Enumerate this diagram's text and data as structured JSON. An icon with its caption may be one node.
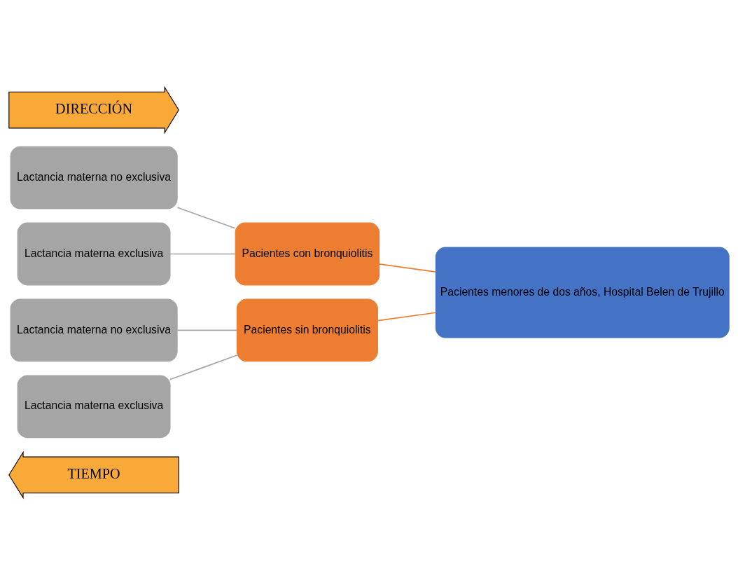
{
  "diagram": {
    "nodes": [
      {
        "text": [
          "TIEMPO"
        ]
      },
      {
        "text": [
          "Lactancia materna no exclusiva"
        ]
      },
      {
        "text": [
          "Lactancia materna exclusiva"
        ]
      },
      {
        "text": [
          "Pacientes con bronquiolitis"
        ]
      },
      {
        "text": [
          "Pacientes menores de dos años, Hospital Belen de Trujillo"
        ]
      },
      {
        "text": [
          "Lactancia materna no exclusiva"
        ]
      },
      {
        "text": [
          "Lactancia materna exclusiva"
        ]
      },
      {
        "text": [
          "Pacientes sin bronquiolitis"
        ]
      },
      {
        "text": [
          "DIRECCIÓN"
        ]
      }
    ],
    "edges": [
      {
        "from": 1,
        "to": 3,
        "arrow": "none"
      },
      {
        "from": 2,
        "to": 3,
        "arrow": "none"
      },
      {
        "from": 5,
        "to": 7,
        "arrow": "none"
      },
      {
        "from": 6,
        "to": 7,
        "arrow": "none"
      },
      {
        "from": 3,
        "to": 4,
        "arrow": "none",
        "color": "#ed7d31"
      },
      {
        "from": 7,
        "to": 4,
        "arrow": "none",
        "color": "#ed7d31"
      }
    ]
  }
}
